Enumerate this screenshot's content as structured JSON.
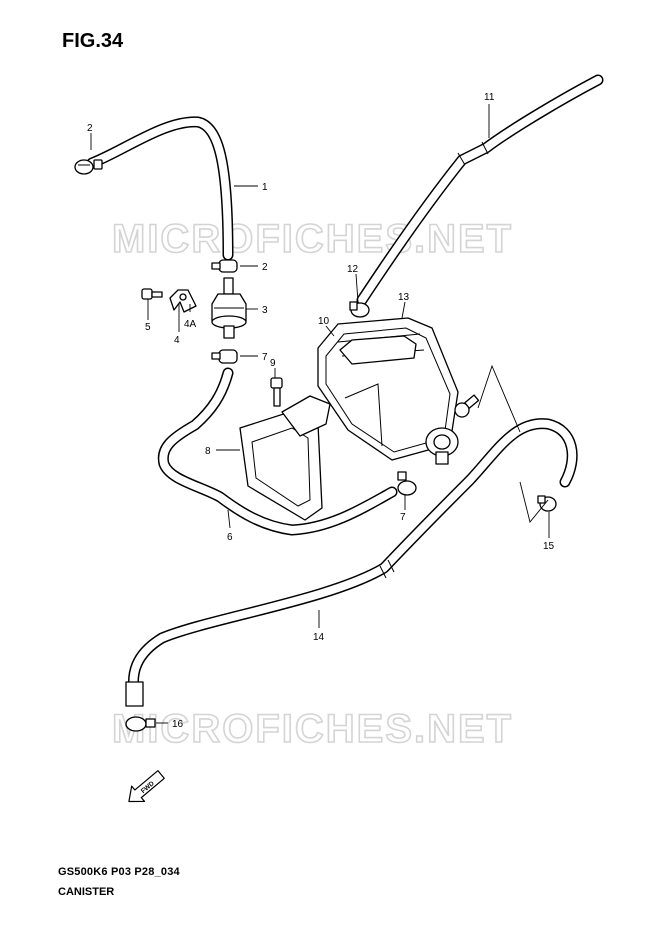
{
  "figure": {
    "title": "FIG.34"
  },
  "watermarks": [
    "MICROFICHES.NET",
    "MICROFICHES.NET"
  ],
  "callouts": [
    "1",
    "2",
    "2",
    "3",
    "4",
    "4A",
    "5",
    "6",
    "7",
    "7",
    "8",
    "9",
    "10",
    "11",
    "12",
    "13",
    "14",
    "15",
    "16"
  ],
  "fwd_label": "FWD",
  "footer": {
    "code": "GS500K6 P03 P28_034",
    "name": "CANISTER"
  }
}
